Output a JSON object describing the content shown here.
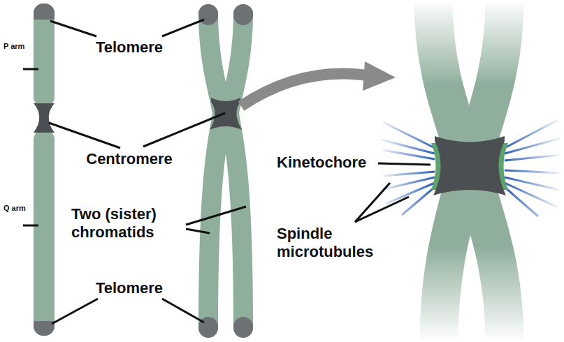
{
  "diagram": {
    "labels": [
      "P arm",
      "Q arm",
      "Telomere",
      "Centromere",
      "Two (sister) chromatids",
      "Telomere",
      "Kinetochore",
      "Spindle microtubules"
    ]
  }
}
